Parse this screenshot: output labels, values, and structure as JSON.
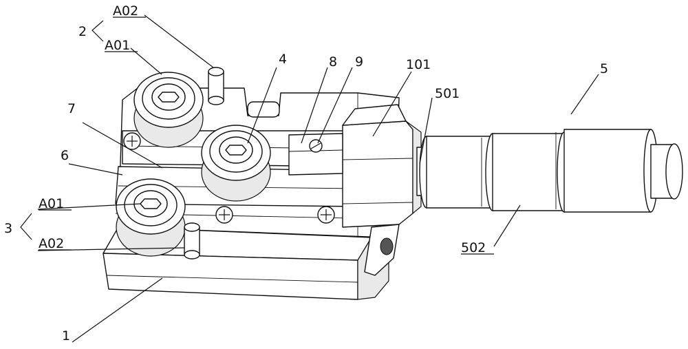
{
  "labels": {
    "l_a02_top": "A02",
    "l_2": "2",
    "l_a01_top": "A01",
    "l_4": "4",
    "l_8": "8",
    "l_9": "9",
    "l_101": "101",
    "l_5": "5",
    "l_501": "501",
    "l_7": "7",
    "l_6": "6",
    "l_a01_bot": "A01",
    "l_3": "3",
    "l_a02_bot": "A02",
    "l_502": "502",
    "l_1": "1"
  }
}
